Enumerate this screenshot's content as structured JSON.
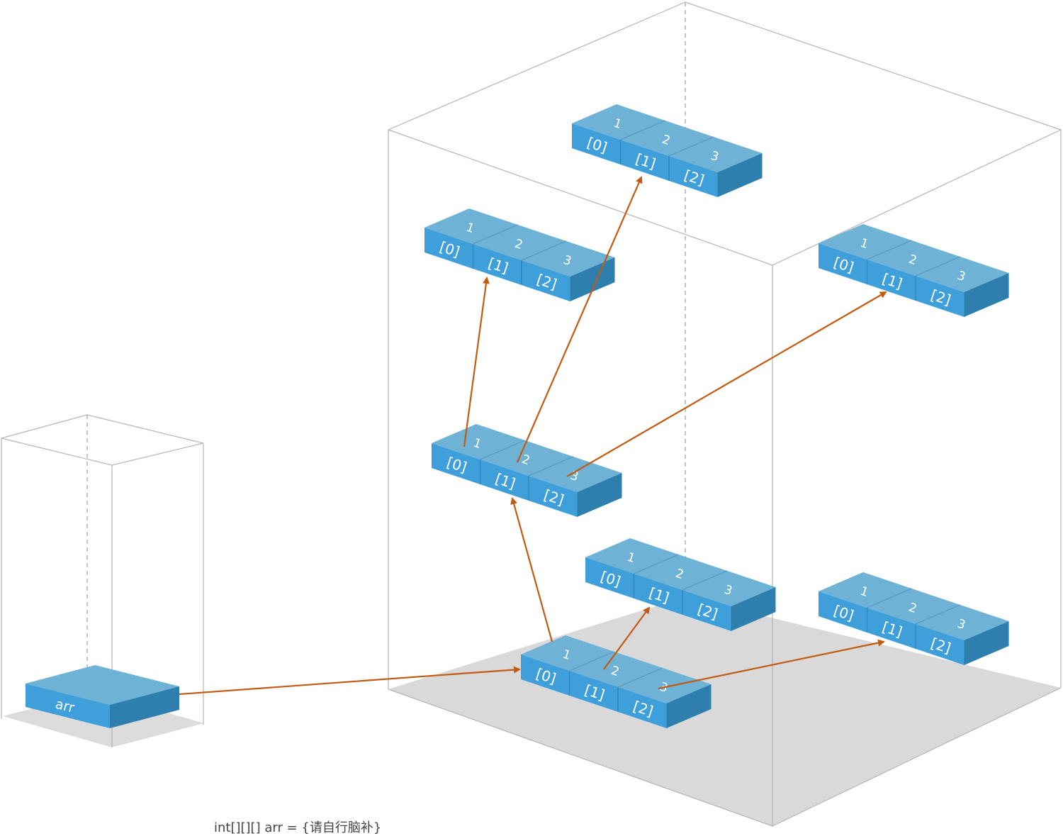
{
  "caption": "int[][][] arr = {请自行脑补}",
  "reference": {
    "label": "arr"
  },
  "array_cells": {
    "indices": [
      "[0]",
      "[1]",
      "[2]"
    ],
    "values": [
      "1",
      "2",
      "3"
    ]
  },
  "colors": {
    "block_top": "#6eb2d6",
    "block_front": "#3e9fda",
    "block_side": "#2f7fae",
    "arrow": "#c25a12",
    "floor": "#d9d9d9",
    "edge": "#b5b5b5"
  }
}
